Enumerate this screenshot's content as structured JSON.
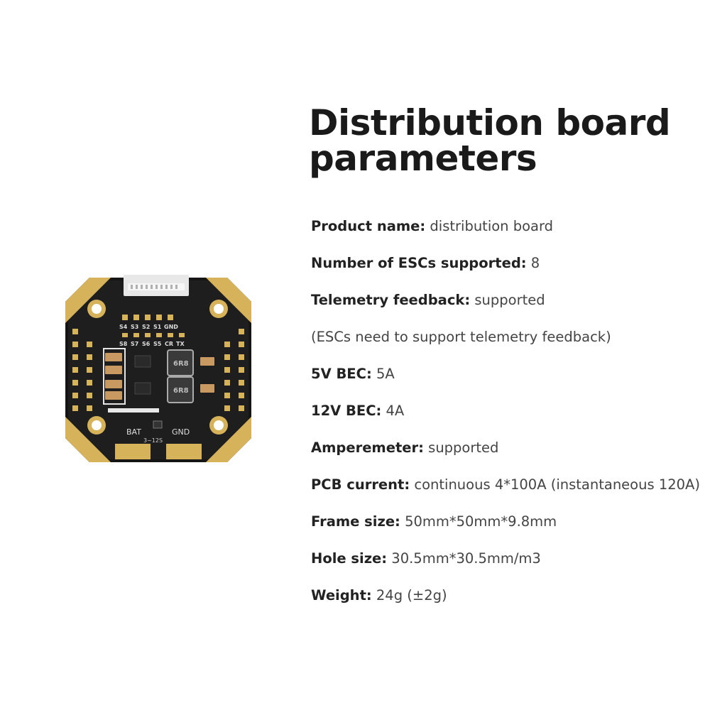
{
  "title": {
    "line1": "Distribution board",
    "line2": "parameters"
  },
  "board": {
    "top_labels": [
      "S4",
      "S3",
      "S2",
      "S1",
      "GND"
    ],
    "mid_labels": [
      "S8",
      "S7",
      "S6",
      "S5",
      "CR",
      "TX"
    ],
    "bottom_left_label": "BAT",
    "bottom_right_label": "GND",
    "voltage_label": "3~12S",
    "inductor_text": "6R8",
    "colors": {
      "pcb": "#1b1b1b",
      "gold": "#d6b25a",
      "tan_cap": "#c89a62",
      "inductor": "#3a3a3a"
    }
  },
  "params": [
    {
      "key": "Product name:",
      "value": "distribution board"
    },
    {
      "key": "Number of ESCs supported:",
      "value": "8"
    },
    {
      "key": "Telemetry feedback:",
      "value": "supported"
    },
    {
      "key": "",
      "value": "(ESCs need to support telemetry feedback)"
    },
    {
      "key": "5V BEC:",
      "value": "5A"
    },
    {
      "key": "12V BEC:",
      "value": "4A"
    },
    {
      "key": "Amperemeter:",
      "value": "supported"
    },
    {
      "key": "PCB current:",
      "value": "continuous 4*100A (instantaneous 120A)"
    },
    {
      "key": "Frame size:",
      "value": "50mm*50mm*9.8mm"
    },
    {
      "key": "Hole size:",
      "value": "30.5mm*30.5mm/m3"
    },
    {
      "key": "Weight:",
      "value": "24g (±2g)"
    }
  ]
}
